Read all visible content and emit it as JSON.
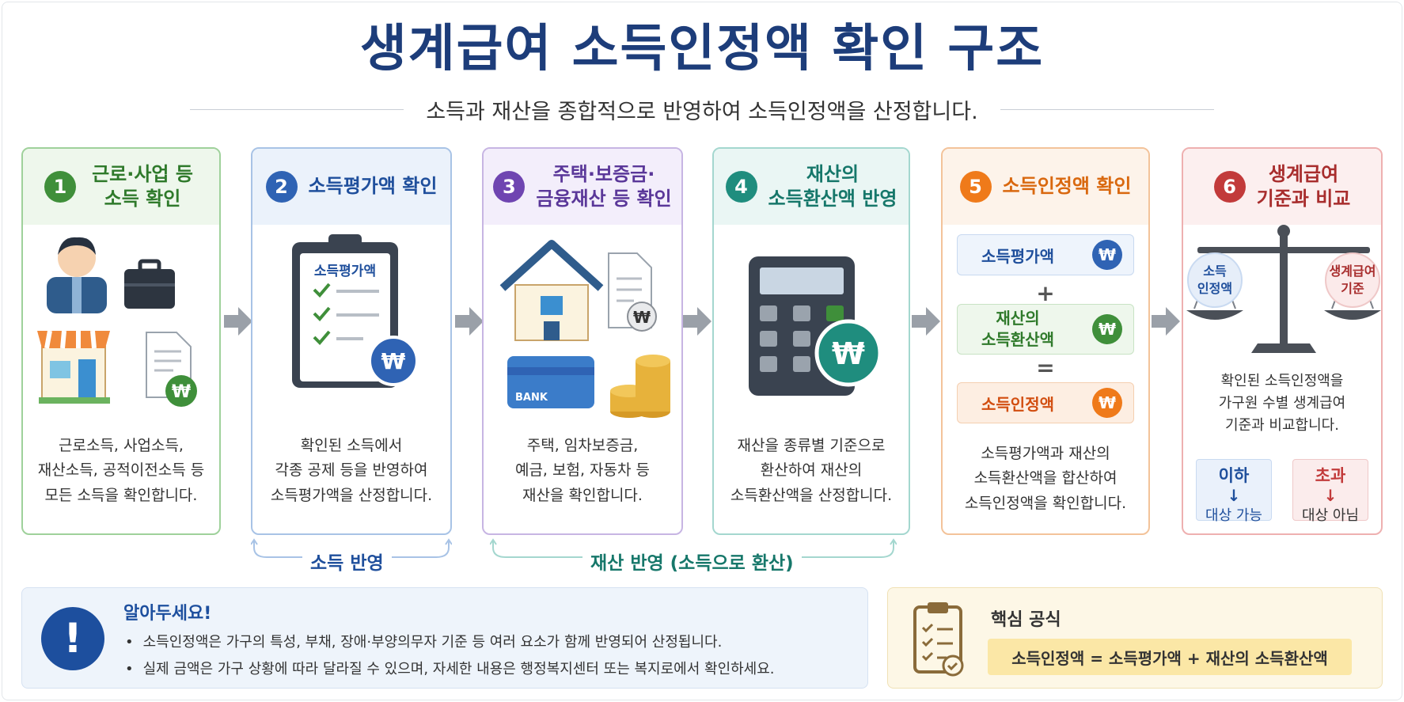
{
  "header": {
    "title": "생계급여 소득인정액 확인 구조",
    "subtitle": "소득과 재산을 종합적으로 반영하여 소득인정액을 산정합니다."
  },
  "steps": [
    {
      "num": "1",
      "title": "근로·사업 등 소득 확인",
      "desc_lines": [
        "근로소득, 사업소득,",
        "재산소득, 공적이전소득 등",
        "모든 소득을 확인합니다."
      ],
      "color": "#3f8f3a"
    },
    {
      "num": "2",
      "title": "소득평가액 확인",
      "clipboard_label": "소득평가액",
      "desc_lines": [
        "확인된 소득에서",
        "각종 공제 등을 반영하여",
        "소득평가액을 산정합니다."
      ],
      "color": "#2f63b4"
    },
    {
      "num": "3",
      "title_lines": [
        "주택·보증금·",
        "금융재산 등 확인"
      ],
      "bank_label": "BANK",
      "desc_lines": [
        "주택, 임차보증금,",
        "예금, 보험, 자동차 등",
        "재산을 확인합니다."
      ],
      "color": "#6f45b1"
    },
    {
      "num": "4",
      "title_lines": [
        "재산의",
        "소득환산액 반영"
      ],
      "desc_lines": [
        "재산을 종류별 기준으로",
        "환산하여 재산의",
        "소득환산액을 산정합니다."
      ],
      "color": "#1f8d7e"
    },
    {
      "num": "5",
      "title": "소득인정액 확인",
      "formula": {
        "a": "소득평가액",
        "plus": "+",
        "b_lines": [
          "재산의",
          "소득환산액"
        ],
        "equals": "=",
        "c": "소득인정액",
        "won": "₩"
      },
      "desc_lines": [
        "소득평가액과 재산의",
        "소득환산액을 합산하여",
        "소득인정액을 확인합니다."
      ],
      "color": "#ef7a1a"
    },
    {
      "num": "6",
      "title_lines": [
        "생계급여",
        "기준과 비교"
      ],
      "scale_left": [
        "소득",
        "인정액"
      ],
      "scale_right": [
        "생계급여",
        "기준"
      ],
      "desc_lines": [
        "확인된 소득인정액을",
        "가구원 수별 생계급여",
        "기준과 비교합니다."
      ],
      "compare": {
        "below": "이하",
        "below_result": "대상 가능",
        "above": "초과",
        "above_result": "대상 아님",
        "arrow": "↓"
      },
      "color": "#c23a3a"
    }
  ],
  "braces": {
    "income": "소득 반영",
    "property": "재산 반영 (소득으로 환산)"
  },
  "notice": {
    "icon": "!",
    "title": "알아두세요!",
    "items": [
      "소득인정액은 가구의 특성, 부채, 장애·부양의무자 기준 등 여러 요소가 함께 반영되어 산정됩니다.",
      "실제 금액은 가구 상황에 따라 달라질 수 있으며, 자세한 내용은 행정복지센터 또는 복지로에서 확인하세요."
    ]
  },
  "key_formula": {
    "title": "핵심 공식",
    "formula": "소득인정액 = 소득평가액 + 재산의 소득환산액"
  }
}
